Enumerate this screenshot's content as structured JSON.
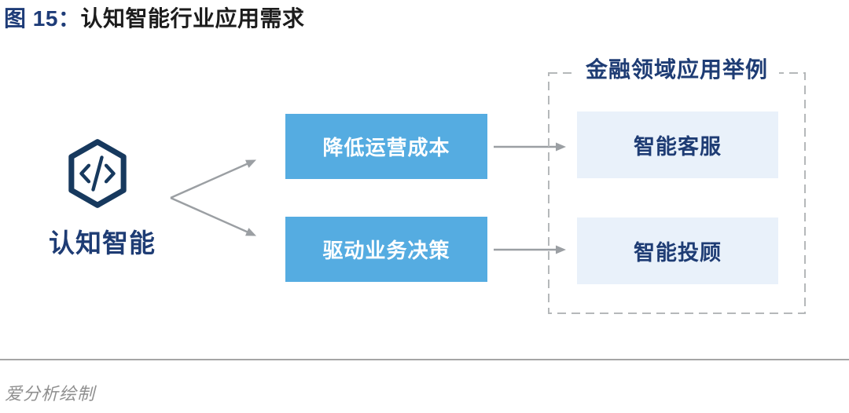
{
  "header": {
    "figure_label": "图 15：",
    "title": "认知智能行业应用需求"
  },
  "diagram": {
    "source": {
      "icon": "code-hexagon-icon",
      "label": "认知智能"
    },
    "demand_boxes": [
      {
        "label": "降低运营成本"
      },
      {
        "label": "驱动业务决策"
      }
    ],
    "panel": {
      "title": "金融领域应用举例",
      "items": [
        {
          "label": "智能客服"
        },
        {
          "label": "智能投顾"
        }
      ]
    }
  },
  "footer": {
    "credit": "爱分析绘制"
  },
  "colors": {
    "navy_text": "#1e3c74",
    "figure_label_navy": "#1e3c78",
    "icon_navy": "#17395e",
    "demand_box_blue": "#55ace1",
    "example_box_light_blue": "#e9f1fa",
    "arrow_gray": "#9b9fa3",
    "dashed_border_gray": "#b5b8ba",
    "footer_gray": "#8f8f8f"
  }
}
